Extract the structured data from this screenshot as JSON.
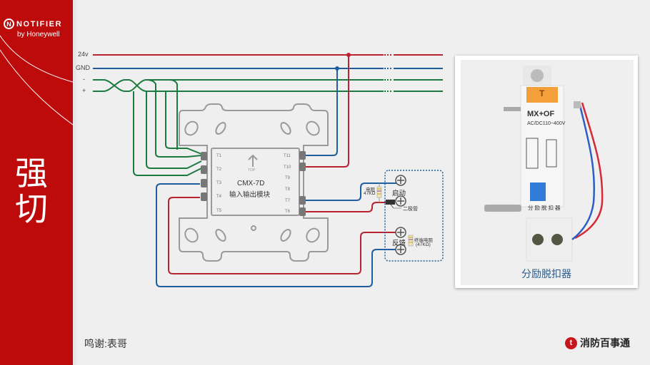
{
  "sidebar": {
    "logo_mark": "N",
    "logo_name": "NOTIFIER",
    "logo_sub": "by Honeywell",
    "title_line1": "强",
    "title_line2": "切"
  },
  "bus_labels": {
    "v24": "24v",
    "gnd": "GND",
    "minus": "-",
    "plus": "+"
  },
  "module": {
    "model": "CMX-7D",
    "name": "输入输出模块",
    "top_label": "TOP",
    "left_terminals": [
      "T1",
      "T2",
      "T3",
      "T4",
      "T5"
    ],
    "right_terminals": [
      "T11",
      "T10",
      "T9",
      "T8",
      "T7",
      "T6"
    ]
  },
  "device_box": {
    "resistor_label_line1": "电阻",
    "resistor_label_line2": "47KΩ",
    "start_label": "启动",
    "diode_label": "二极管",
    "feedback_label": "反馈",
    "eol_label_line1": "终端电阻",
    "eol_label_line2": "(47KΩ)"
  },
  "photo": {
    "model": "MX+OF",
    "rating": "AC/DC110~400V",
    "tab_label": "T",
    "product_text": "分励脱扣器",
    "caption": "分励脱扣器"
  },
  "footer": {
    "credit": "鸣谢:表哥",
    "brand_mark": "Ⓣ",
    "brand_name": "消防百事通"
  },
  "colors": {
    "sidebar_red": "#bd0b0b",
    "wire_red": "#b8232f",
    "wire_blue": "#1f5fa0",
    "wire_green": "#1d7a3f",
    "outline_gray": "#9a9a9a",
    "caption_blue": "#2a5a8a"
  }
}
